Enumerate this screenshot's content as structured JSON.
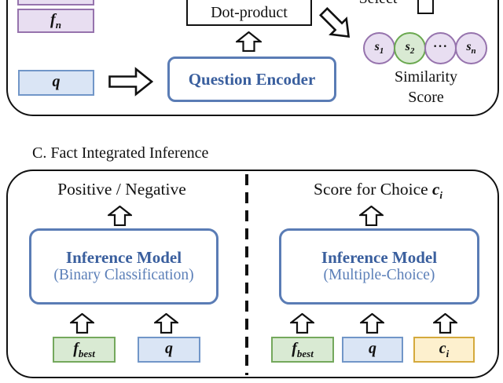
{
  "colors": {
    "fact_purple_fill": "#e8def1",
    "fact_purple_border": "#9673ad",
    "question_blue_fill": "#dae5f5",
    "question_blue_border": "#7196c8",
    "fact_green_fill": "#d9ead3",
    "fact_green_border": "#74a85c",
    "choice_yellow_fill": "#fdf0ce",
    "choice_yellow_border": "#d4a93c",
    "model_box_border_blue": "#5a7cb5",
    "model_name_blue": "#3a5f9e",
    "model_subtitle_blue": "#5b7fb8",
    "outline_black": "#111111"
  },
  "panel_b": {
    "fact_stack_label": {
      "main": "f",
      "sub": "n"
    },
    "question_box_label": {
      "main": "q",
      "sub": ""
    },
    "dot_product_label": "Dot-product",
    "encoder_label": "Question Encoder",
    "select_label": "Select",
    "similarity_circles": [
      {
        "main": "s",
        "sub": "1"
      },
      {
        "main": "s",
        "sub": "2"
      },
      {
        "main": "···",
        "sub": ""
      },
      {
        "main": "s",
        "sub": "n"
      }
    ],
    "caption_line1": "Similarity",
    "caption_line2": "Score"
  },
  "section_c": {
    "title": "C. Fact Integrated Inference",
    "left": {
      "output_label": "Positive / Negative",
      "model_name": "Inference Model",
      "model_subtitle": "(Binary Classification)",
      "inputs": [
        {
          "main": "f",
          "sub": "best"
        },
        {
          "main": "q",
          "sub": ""
        }
      ]
    },
    "right": {
      "output_prefix": "Score for Choice",
      "output_var": {
        "main": "c",
        "sub": "i"
      },
      "model_name": "Inference Model",
      "model_subtitle": "(Multiple-Choice)",
      "inputs": [
        {
          "main": "f",
          "sub": "best"
        },
        {
          "main": "q",
          "sub": ""
        },
        {
          "main": "c",
          "sub": "i"
        }
      ]
    }
  }
}
